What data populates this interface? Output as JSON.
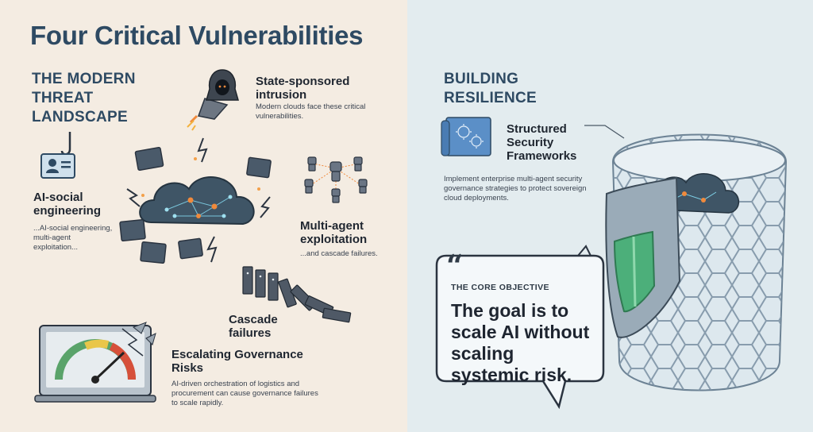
{
  "title": "Four Critical Vulnerabilities",
  "left": {
    "section_title": "THE MODERN THREAT LANDSCAPE",
    "items": [
      {
        "title": "State-sponsored intrusion",
        "desc": "Modern clouds face these critical vulnerabilities.",
        "icon": "hooded-hacker-icon"
      },
      {
        "title": "AI-social engineering",
        "desc": "...AI-social engineering, multi-agent exploitation...",
        "icon": "phishing-hook-icon"
      },
      {
        "title": "Multi-agent exploitation",
        "desc": "...and cascade failures.",
        "icon": "robot-network-icon"
      },
      {
        "title": "Cascade failures",
        "desc": "",
        "icon": "falling-dominoes-icon"
      },
      {
        "title": "Escalating Governance Risks",
        "desc": "AI-driven orchestration of logistics and procurement can cause governance failures to scale rapidly.",
        "icon": "broken-gauge-laptop-icon"
      }
    ]
  },
  "right": {
    "section_title": "BUILDING RESILIENCE",
    "framework": {
      "title": "Structured Security Frameworks",
      "desc": "Implement enterprise multi-agent security governance strategies to protect sovereign cloud deployments.",
      "icon": "blueprint-gears-icon"
    },
    "objective": {
      "label": "THE CORE OBJECTIVE",
      "quote": "The goal is to scale AI without scaling systemic risk.",
      "icon": "quote-mark-icon"
    }
  },
  "colors": {
    "left_bg": "#f4ece2",
    "right_bg": "#e3ecef",
    "title": "#2e4a63",
    "accent_orange": "#f08a3c",
    "shield_green": "#4caf7a"
  }
}
